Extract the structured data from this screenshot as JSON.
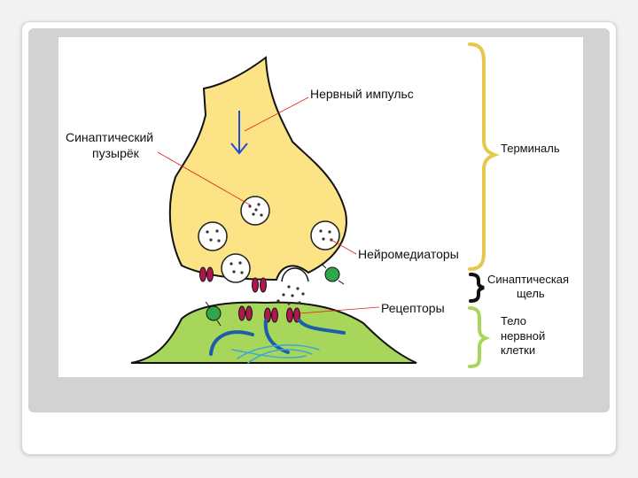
{
  "labels": {
    "impulse": "Нервный импульс",
    "vesicle_line1": "Синаптический",
    "vesicle_line2": "пузырёк",
    "terminal": "Терминаль",
    "neuromediators": "Нейромедиаторы",
    "cleft_line1": "Синаптическая",
    "cleft_line2": "щель",
    "receptors": "Рецепторы",
    "body_line1": "Тело",
    "body_line2": "нервной",
    "body_line3": "клетки"
  },
  "colors": {
    "terminal_fill": "#fbe386",
    "cell_body_fill": "#a8d65a",
    "brace": "#e6c84a",
    "cleft_brace": "#111111",
    "body_brace": "#a8d65a",
    "receptor": "#b0164f",
    "fiber_dark": "#1a5fa8",
    "fiber_light": "#3aa8d8",
    "pointer_line": "#e0201c",
    "impulse_arrow": "#1b4fd6",
    "green_molecule": "#2ea84a"
  }
}
